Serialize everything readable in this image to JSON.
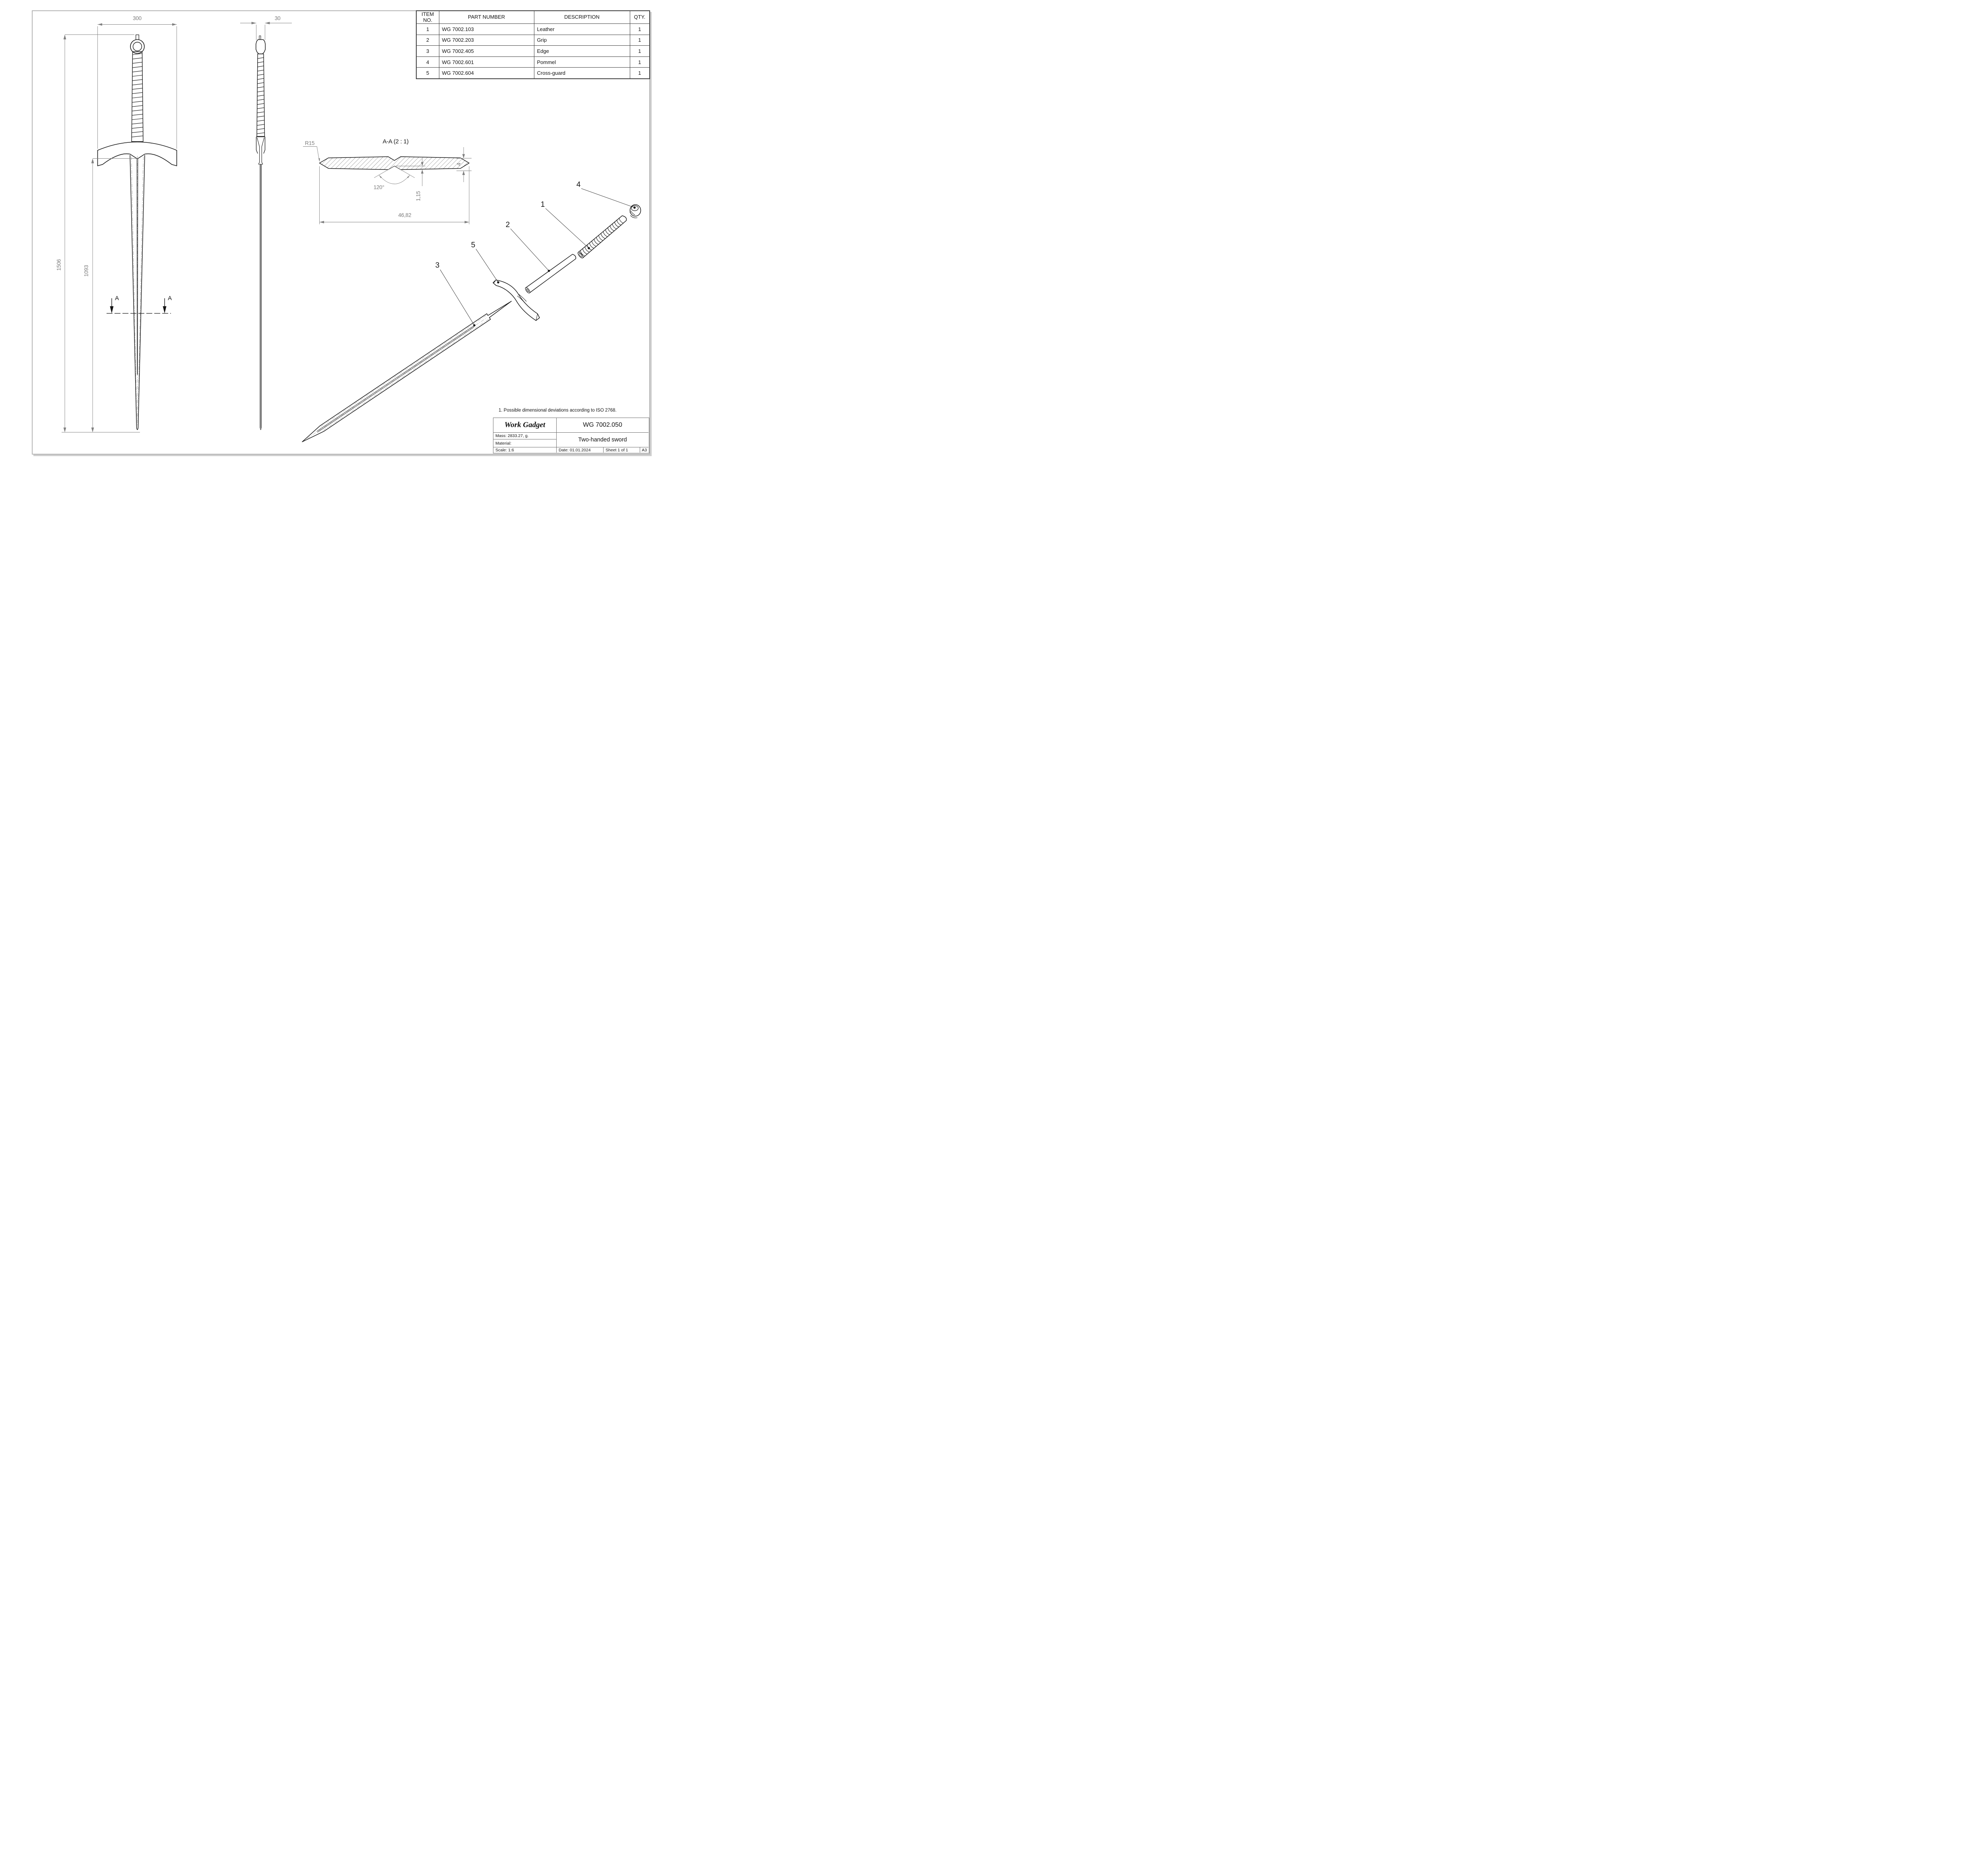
{
  "drawing": {
    "note": "1. Possible dimensional deviations according to ISO 2768.",
    "section_title": "A-A (2 : 1)",
    "section_marker": "A",
    "dimensions": {
      "guard_width": "300",
      "overall_length": "1506",
      "blade_length": "1093",
      "pommel_width": "30",
      "section_radius": "R15",
      "section_angle": "120°",
      "edge_height": "1,15",
      "blade_thickness": "4",
      "section_width": "46,82"
    },
    "callouts": {
      "leather": "1",
      "grip": "2",
      "edge": "3",
      "pommel": "4",
      "cross_guard": "5"
    }
  },
  "parts_table": {
    "headers": {
      "item": "ITEM NO.",
      "part_number": "PART NUMBER",
      "description": "DESCRIPTION",
      "qty": "QTY."
    },
    "rows": [
      {
        "item": "1",
        "part_number": "WG 7002.103",
        "description": "Leather",
        "qty": "1"
      },
      {
        "item": "2",
        "part_number": "WG 7002.203",
        "description": "Grip",
        "qty": "1"
      },
      {
        "item": "3",
        "part_number": "WG 7002.405",
        "description": "Edge",
        "qty": "1"
      },
      {
        "item": "4",
        "part_number": "WG 7002.601",
        "description": "Pommel",
        "qty": "1"
      },
      {
        "item": "5",
        "part_number": "WG 7002.604",
        "description": "Cross-guard",
        "qty": "1"
      }
    ]
  },
  "title_block": {
    "company": "Work Gadget",
    "drawing_number": "WG 7002.050",
    "mass": "Mass: 2833.27, g.",
    "material": "Material:",
    "scale": "Scale: 1:6",
    "date": "Date: 01.01.2024",
    "sheet": "Sheet 1 of 1",
    "paper_size": "A3",
    "title": "Two-handed sword"
  }
}
